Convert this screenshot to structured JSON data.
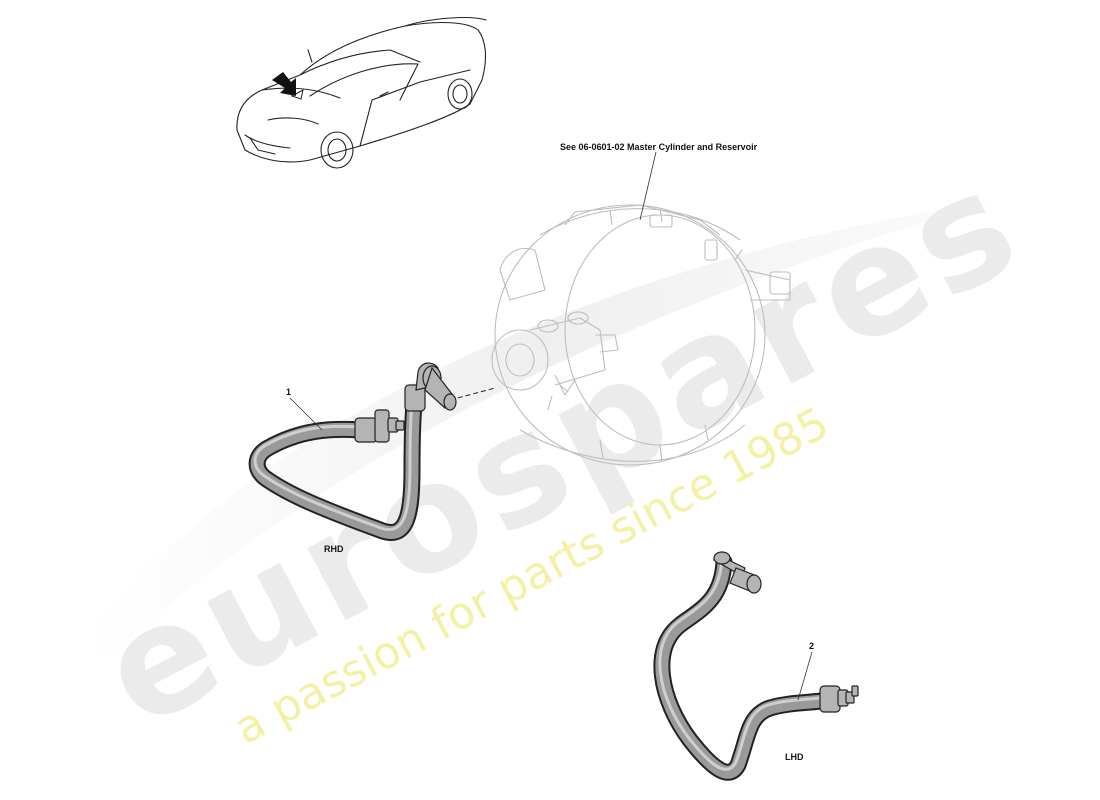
{
  "watermark": {
    "brand": "eurospares",
    "tagline": "a passion for parts since 1985",
    "colors": {
      "brand": "#ebebeb",
      "tagline": "#f4f1a6"
    }
  },
  "callouts": {
    "reference_note": "See 06-0601-02 Master Cylinder and Reservoir",
    "part_1": "1",
    "part_2": "2",
    "rhd": "RHD",
    "lhd": "LHD"
  },
  "colors": {
    "line": "#222222",
    "hose": "#9a9a9a",
    "ghost": "#c9c9c9"
  },
  "icons": [
    "car-locator-icon",
    "location-arrow-icon",
    "brake-booster-icon",
    "hose-rhd-icon",
    "hose-lhd-icon"
  ]
}
